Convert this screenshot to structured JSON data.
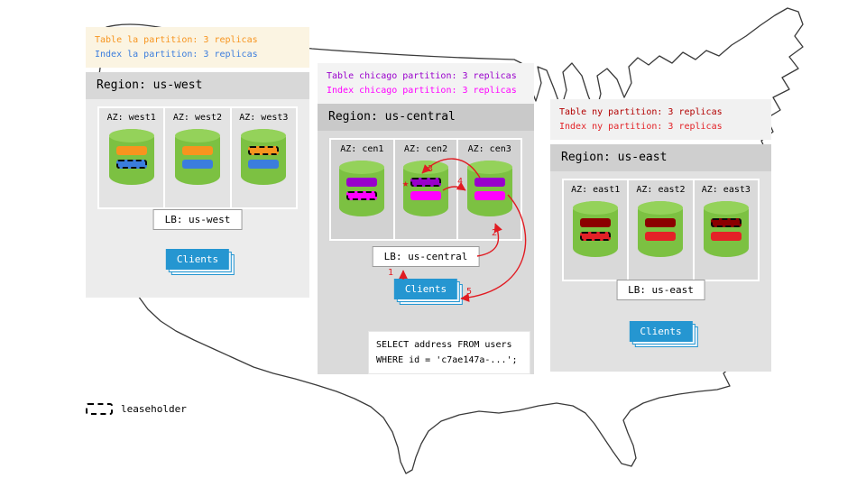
{
  "legend": {
    "label": "leaseholder"
  },
  "flow": {
    "labels": [
      "1",
      "2",
      "3",
      "4",
      "5"
    ],
    "star": "★",
    "color": "#e11b22"
  },
  "sql_note": {
    "line1": "SELECT address FROM users",
    "line2": "WHERE id = 'c7ae147a-...';"
  },
  "regions": [
    {
      "name": "us-west",
      "title": "Region: us-west",
      "callout": {
        "line1": "Table la partition: 3 replicas",
        "line2": "Index la partition: 3 replicas",
        "line1_color": "#f7941e",
        "line2_color": "#3b7ddd"
      },
      "lb_label": "LB: us-west",
      "clients_label": "Clients",
      "azs": [
        {
          "label": "AZ: west1",
          "bars": [
            {
              "color": "#f7941e",
              "dashed": false
            },
            {
              "color": "#3b7ddd",
              "dashed": true
            }
          ]
        },
        {
          "label": "AZ: west2",
          "bars": [
            {
              "color": "#f7941e",
              "dashed": false
            },
            {
              "color": "#3b7ddd",
              "dashed": false
            }
          ]
        },
        {
          "label": "AZ: west3",
          "bars": [
            {
              "color": "#f7941e",
              "dashed": true
            },
            {
              "color": "#3b7ddd",
              "dashed": false
            }
          ]
        }
      ]
    },
    {
      "name": "us-central",
      "title": "Region: us-central",
      "callout": {
        "line1": "Table chicago partition: 3 replicas",
        "line2": "Index chicago partition: 3 replicas",
        "line1_color": "#9900cc",
        "line2_color": "#ff00ff"
      },
      "lb_label": "LB: us-central",
      "clients_label": "Clients",
      "azs": [
        {
          "label": "AZ: cen1",
          "bars": [
            {
              "color": "#9900cc",
              "dashed": false
            },
            {
              "color": "#ff00ff",
              "dashed": true
            }
          ]
        },
        {
          "label": "AZ: cen2",
          "bars": [
            {
              "color": "#9900cc",
              "dashed": true,
              "star": true
            },
            {
              "color": "#ff00ff",
              "dashed": false
            }
          ]
        },
        {
          "label": "AZ: cen3",
          "bars": [
            {
              "color": "#9900cc",
              "dashed": false
            },
            {
              "color": "#ff00ff",
              "dashed": false
            }
          ]
        }
      ]
    },
    {
      "name": "us-east",
      "title": "Region: us-east",
      "callout": {
        "line1": "Table ny partition: 3 replicas",
        "line2": "Index ny partition: 3 replicas",
        "line1_color": "#b30000",
        "line2_color": "#e32227"
      },
      "lb_label": "LB: us-east",
      "clients_label": "Clients",
      "azs": [
        {
          "label": "AZ: east1",
          "bars": [
            {
              "color": "#8b0000",
              "dashed": false
            },
            {
              "color": "#e32227",
              "dashed": true
            }
          ]
        },
        {
          "label": "AZ: east2",
          "bars": [
            {
              "color": "#8b0000",
              "dashed": false
            },
            {
              "color": "#e32227",
              "dashed": false
            }
          ]
        },
        {
          "label": "AZ: east3",
          "bars": [
            {
              "color": "#8b0000",
              "dashed": true
            },
            {
              "color": "#e32227",
              "dashed": false
            }
          ]
        }
      ]
    }
  ]
}
